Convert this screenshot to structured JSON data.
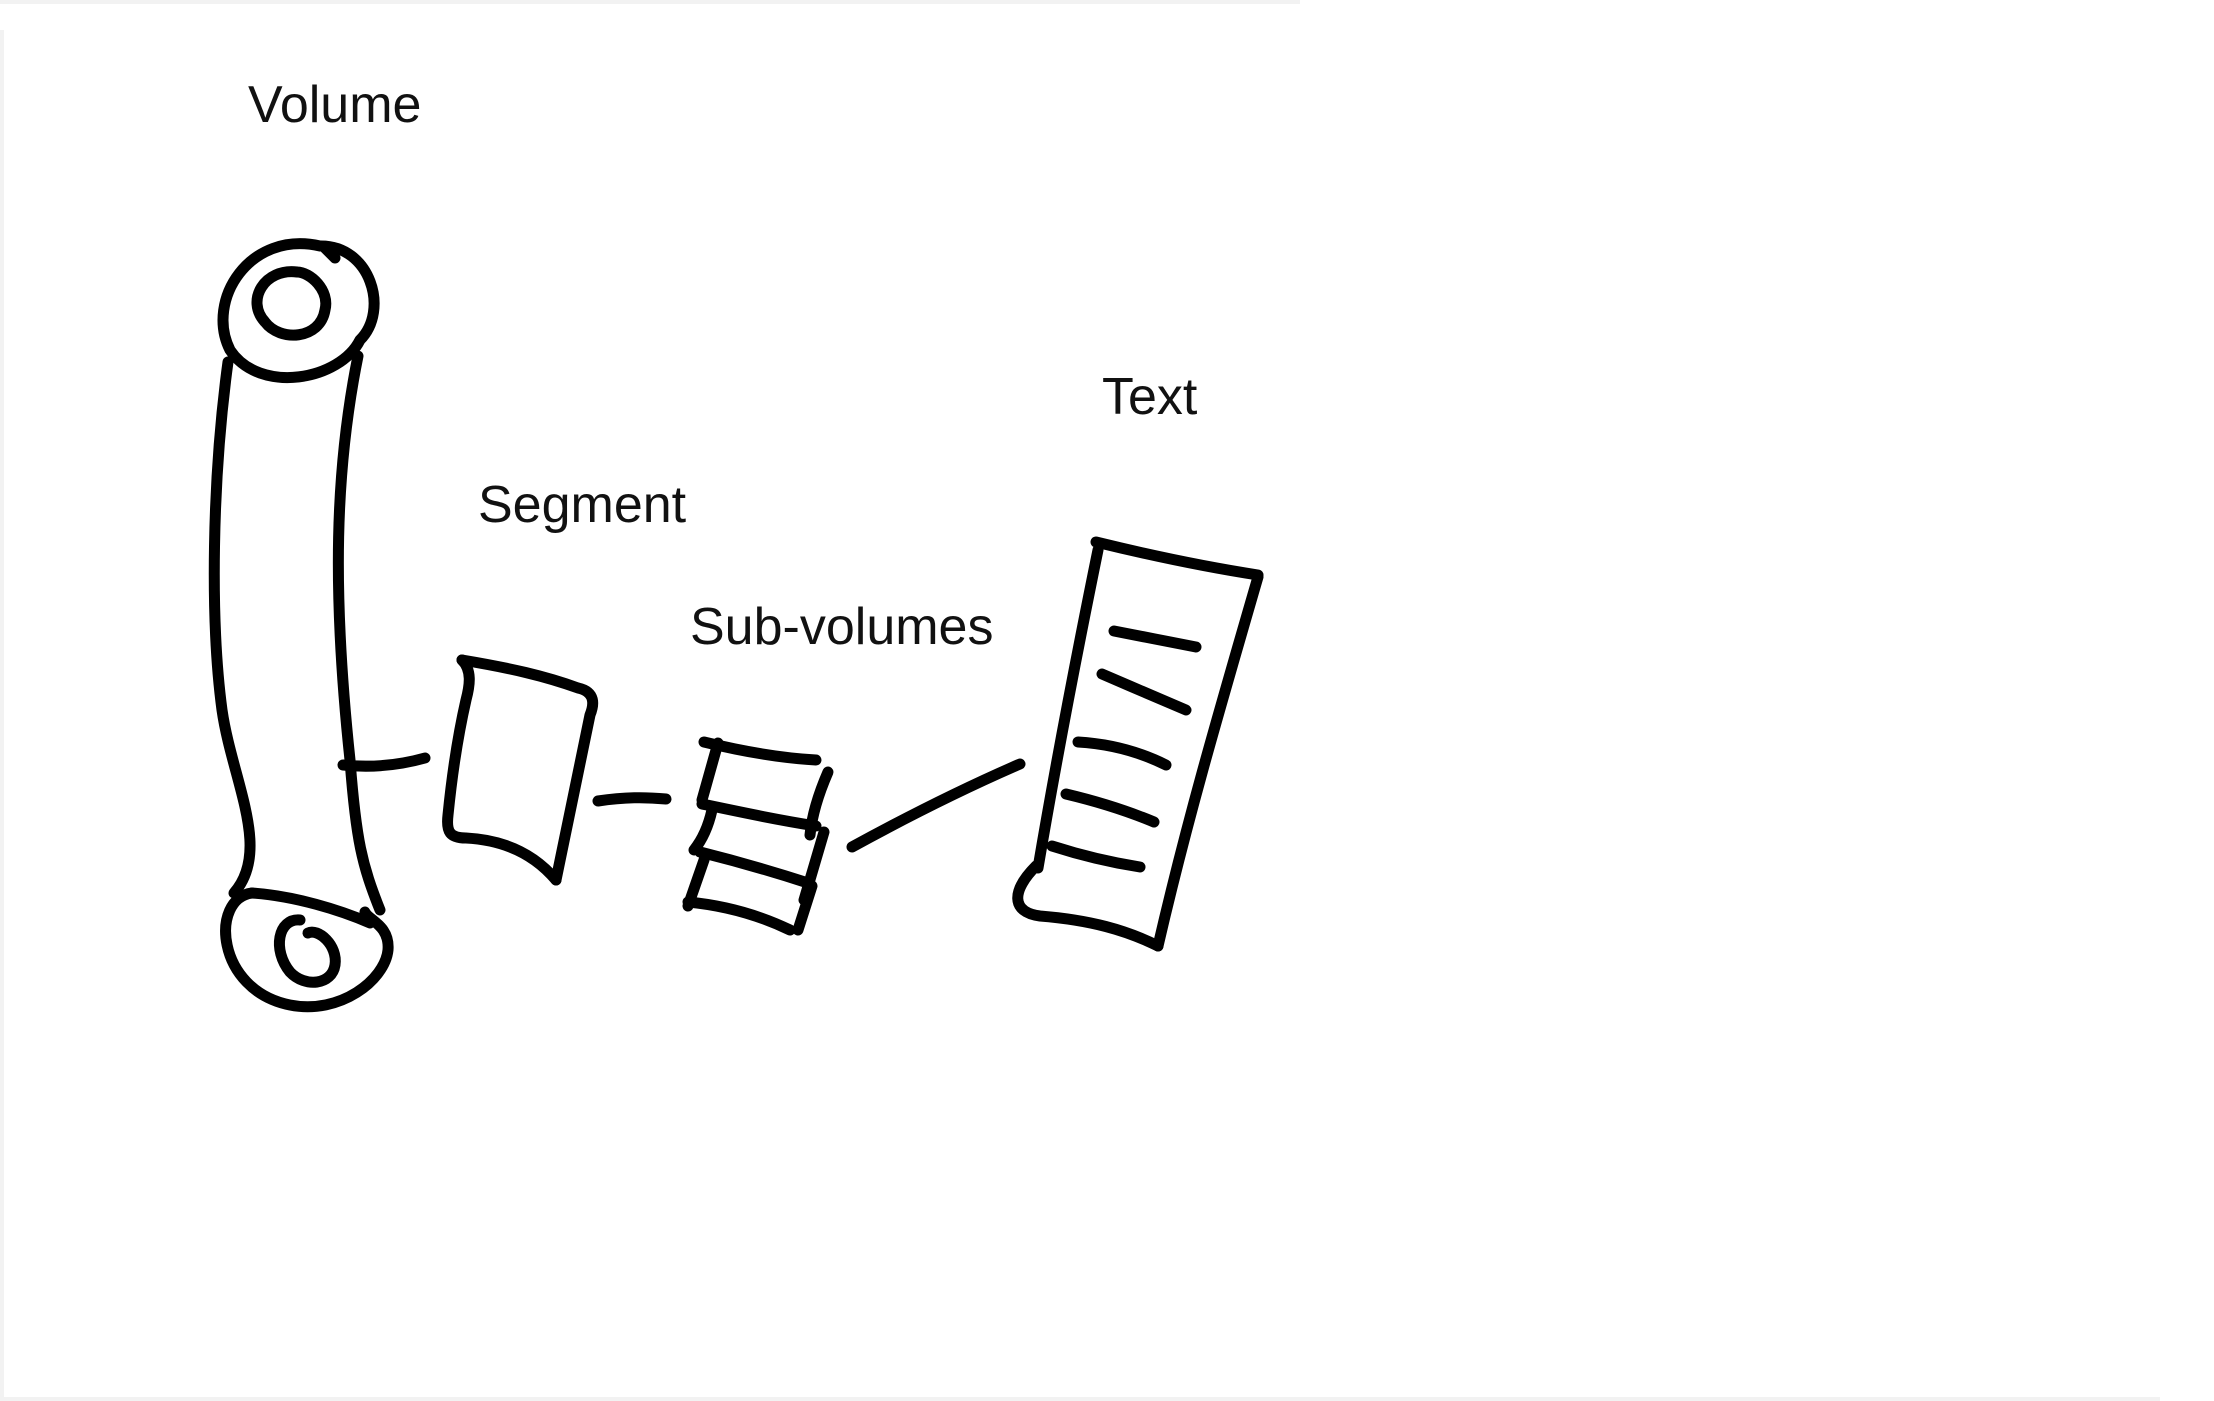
{
  "diagram": {
    "labels": {
      "volume": "Volume",
      "segment": "Segment",
      "sub_volumes": "Sub-volumes",
      "text": "Text"
    },
    "colors": {
      "background": "#ffffff",
      "ink": "#000000"
    }
  }
}
